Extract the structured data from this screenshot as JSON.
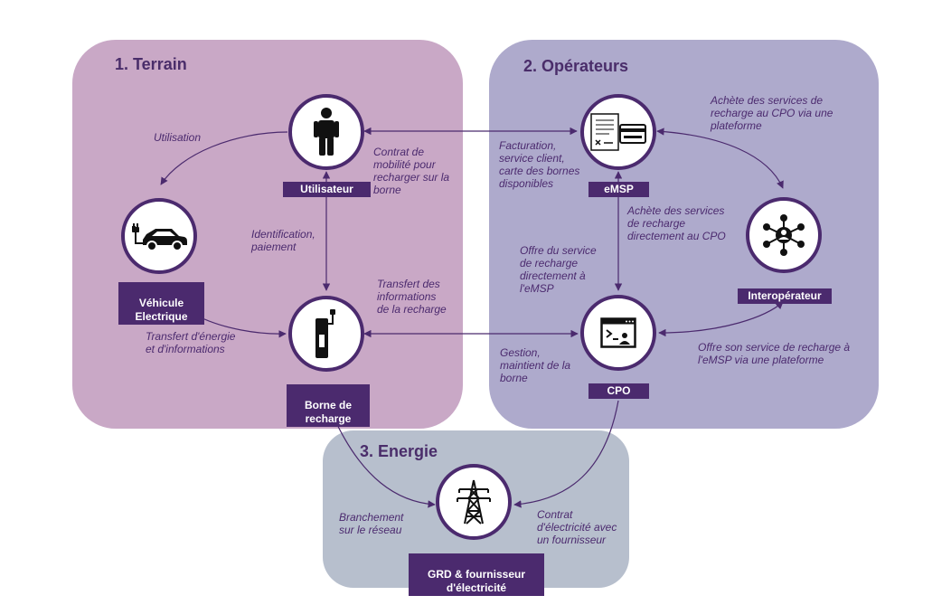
{
  "zones": {
    "terrain": "1. Terrain",
    "operateurs": "2.   Opérateurs",
    "energie": "3.   Energie"
  },
  "nodes": {
    "utilisateur": {
      "label": "Utilisateur",
      "icon": "person-icon"
    },
    "vehicule": {
      "label": "Véhicule\nElectrique",
      "icon": "electric-car-icon"
    },
    "borne": {
      "label": "Borne de\nrecharge",
      "icon": "charging-station-icon"
    },
    "emsp": {
      "label": "eMSP",
      "icon": "invoice-card-icon"
    },
    "interoperateur": {
      "label": "Interopérateur",
      "icon": "network-hub-icon"
    },
    "cpo": {
      "label": "CPO",
      "icon": "terminal-window-icon"
    },
    "grd": {
      "label": "GRD  & fournisseur\nd'électricité",
      "icon": "power-pylon-icon"
    }
  },
  "notes": {
    "utilisation": "Utilisation",
    "contrat_mobilite": "Contrat de\nmobilité pour\nrecharger sur la\nborne",
    "identification": "Identification,\npaiement",
    "transfert_informations": "Transfert des\ninformations\nde la recharge",
    "transfert_energie": "Transfert d'énergie\net d'informations",
    "facturation": "Facturation,\nservice client,\ncarte des bornes\ndisponibles",
    "achete_plateforme": "Achète des services de\nrecharge au CPO via une\nplateforme",
    "achete_direct": "Achète des services\nde recharge\ndirectement au CPO",
    "offre_direct": "Offre du service\nde recharge\ndirectement à\nl'eMSP",
    "gestion": "Gestion,\nmaintient de la\nborne",
    "offre_plateforme": "Offre son service de recharge à\nl'eMSP via une plateforme",
    "branchement": "Branchement\nsur le réseau",
    "contrat_electricite": "Contrat\nd'électricité avec\nun fournisseur"
  },
  "colors": {
    "accent": "#4b2a6e",
    "terrain_bg": "#c9a8c6",
    "operateurs_bg": "#aeaacc",
    "energie_bg": "#b7bfcd"
  }
}
